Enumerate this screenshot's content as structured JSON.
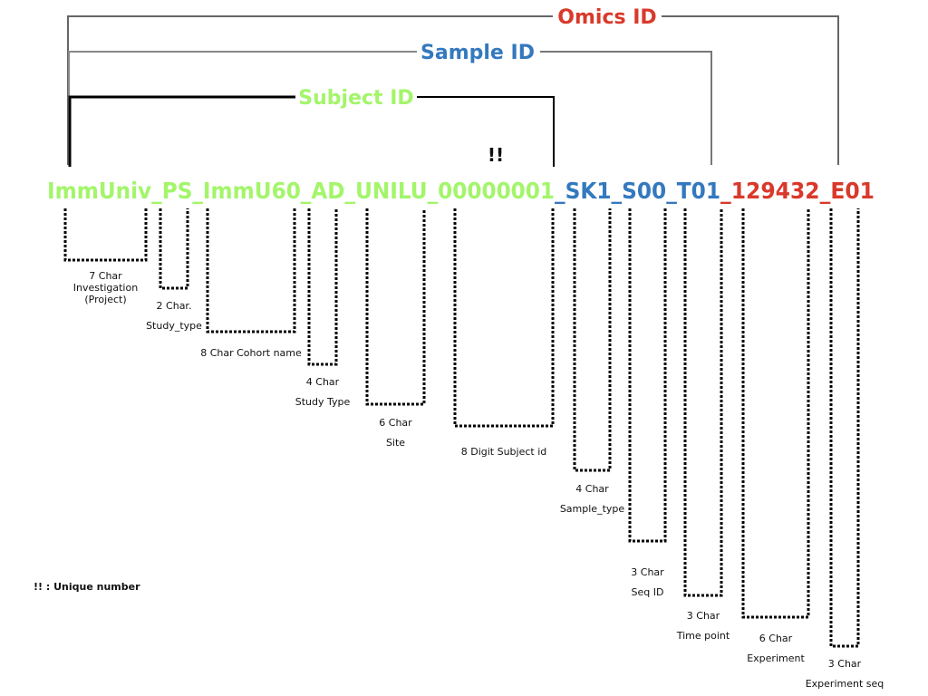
{
  "groups": {
    "omics": {
      "label": "Omics ID",
      "color": "#d9392b"
    },
    "sample": {
      "label": "Sample ID",
      "color": "#3479be"
    },
    "subject": {
      "label": "Subject ID",
      "color": "#a3f56a"
    }
  },
  "id_string": {
    "segments": [
      {
        "text": "ImmUniv_PS_ImmU60_AD_UNILU_00000001",
        "group": "subject"
      },
      {
        "text": "_SK1_S00_T01",
        "group": "sample"
      },
      {
        "text": "_129432_E01",
        "group": "omics"
      }
    ]
  },
  "unique_marker": "!!",
  "fields": [
    {
      "label_lines": [
        "7 Char",
        "Investigation",
        "(Project)"
      ]
    },
    {
      "label_lines": [
        "2 Char.",
        "Study_type"
      ]
    },
    {
      "label_lines": [
        "8 Char Cohort name"
      ]
    },
    {
      "label_lines": [
        "4 Char",
        "Study Type"
      ]
    },
    {
      "label_lines": [
        "6 Char",
        "Site"
      ]
    },
    {
      "label_lines": [
        "8 Digit Subject id"
      ]
    },
    {
      "label_lines": [
        "4 Char",
        "Sample_type"
      ]
    },
    {
      "label_lines": [
        "3 Char",
        "Seq ID"
      ]
    },
    {
      "label_lines": [
        "3 Char",
        "Time point"
      ]
    },
    {
      "label_lines": [
        "6 Char",
        "Experiment"
      ]
    },
    {
      "label_lines": [
        "3 Char",
        "Experiment seq"
      ]
    }
  ],
  "legend_note": "!! : Unique number"
}
